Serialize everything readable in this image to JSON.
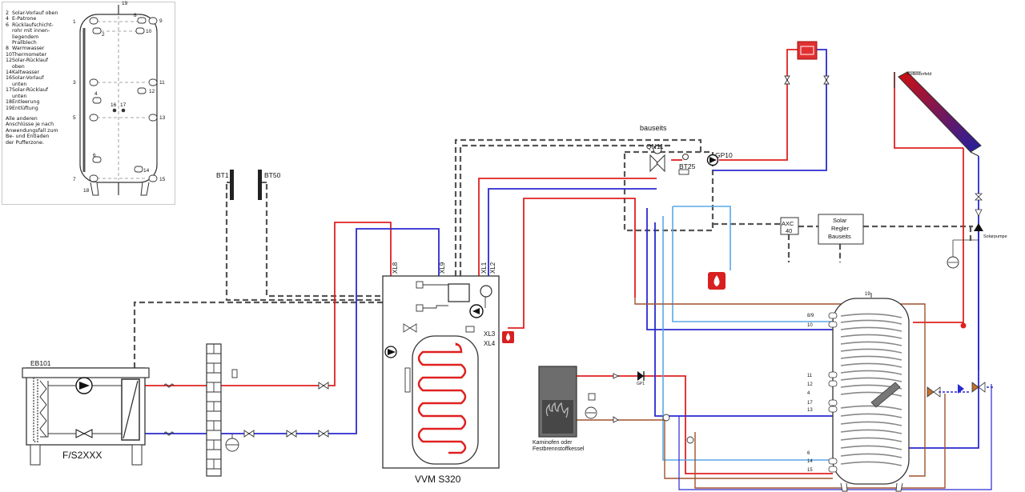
{
  "legend": {
    "items": [
      {
        "num": "2",
        "text": "Solar-Vorlauf oben"
      },
      {
        "num": "4",
        "text": "E-Patrone"
      },
      {
        "num": "6",
        "text": "Rücklaufschicht-rohr mit innen-liegendem Prallblech"
      },
      {
        "num": "8",
        "text": "Warmwasser"
      },
      {
        "num": "10",
        "text": "Thermometer"
      },
      {
        "num": "12",
        "text": "Solar-Rücklauf oben"
      },
      {
        "num": "14",
        "text": "Kaltwasser"
      },
      {
        "num": "16",
        "text": "Solar-Vorlauf unten"
      },
      {
        "num": "17",
        "text": "Solar-Rücklauf unten"
      },
      {
        "num": "18",
        "text": "Entleerung"
      },
      {
        "num": "19",
        "text": "Entlüftung"
      }
    ],
    "note": "Alle anderen Anschlüsse je nach Anwendungsfall zum Be- und Entladen der Pufferzone."
  },
  "small_tank": {
    "ports": [
      "1",
      "2",
      "3",
      "4",
      "5",
      "6",
      "7",
      "8",
      "9",
      "10",
      "11",
      "12",
      "13",
      "14",
      "15",
      "16",
      "17",
      "18",
      "19"
    ]
  },
  "labels": {
    "bauseits": "bauseits",
    "qn11": "QN11",
    "bt25": "BT25",
    "gp10": "GP10",
    "bt1": "BT1",
    "bt50": "BT50",
    "axc": "AXC",
    "axc_num": "40",
    "solar_regler_1": "Solar",
    "solar_regler_2": "Regler",
    "solar_regler_3": "Bauseits",
    "kollektorfeld": "Kollektorfeld",
    "solarpumpe": "Solarpumpe",
    "eb101": "EB101",
    "fs2xxx": "F/S2XXX",
    "vvm": "VVM S320",
    "xl8": "XL8",
    "xl9": "XL9",
    "xl1": "XL1",
    "xl2": "XL2",
    "xl3": "XL3",
    "xl4": "XL4",
    "gp1": "GP1",
    "kamin1": "Kaminofen oder",
    "kamin2": "Festbrennstoffkessel"
  },
  "big_tank_ports": [
    "19",
    "8/9",
    "10",
    "11",
    "12",
    "4",
    "17",
    "13",
    "6",
    "14",
    "15"
  ],
  "colors": {
    "supply": "#e02020",
    "return": "#2a2ad0",
    "light_blue": "#5aa8e8",
    "brown": "#a0522d",
    "dash": "#555555"
  }
}
